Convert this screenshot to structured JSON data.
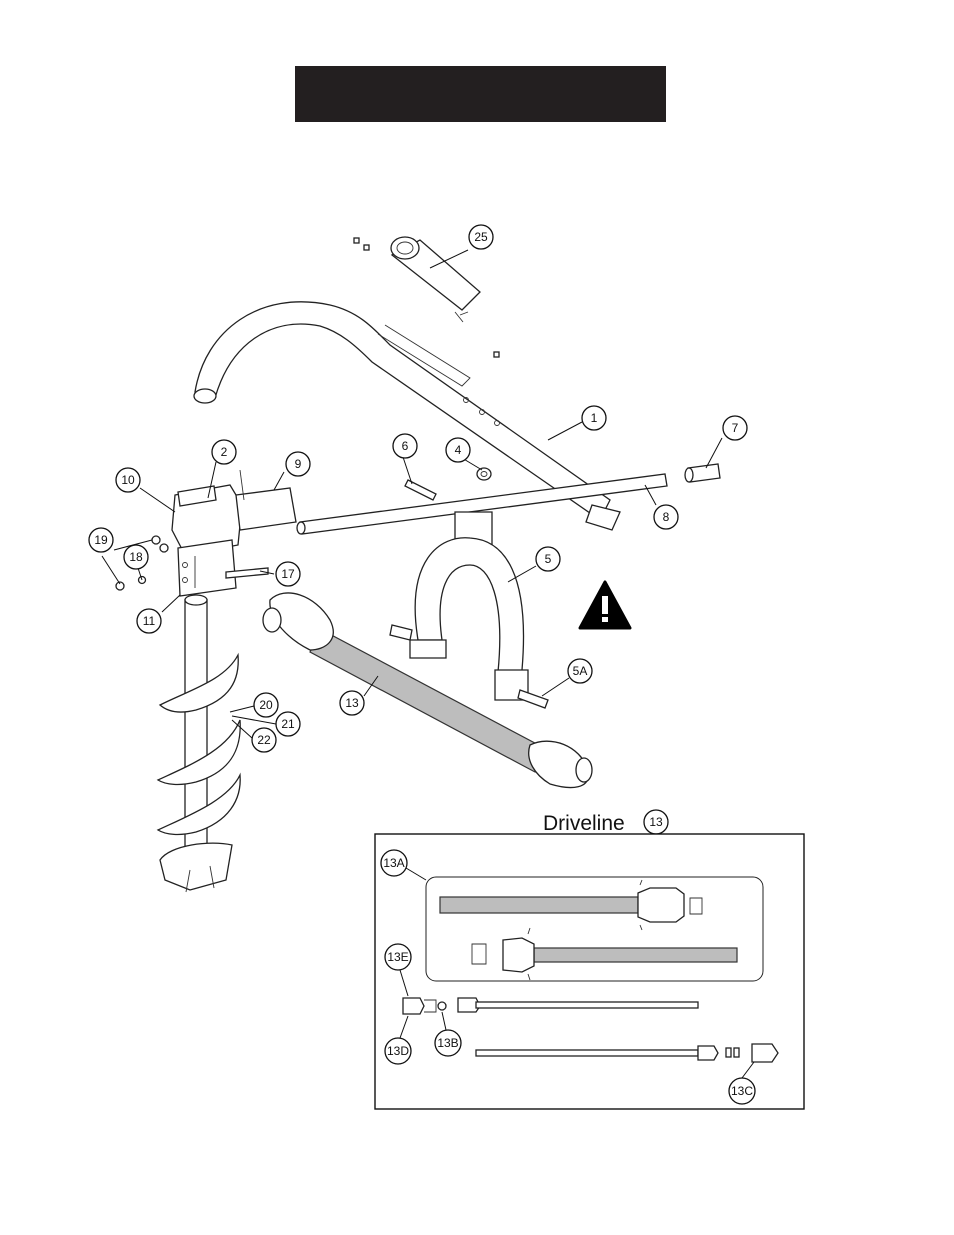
{
  "title_bar": {
    "text": ""
  },
  "callouts": {
    "c1": "1",
    "c2": "2",
    "c4": "4",
    "c5": "5",
    "c5a": "5A",
    "c6": "6",
    "c7": "7",
    "c8": "8",
    "c9": "9",
    "c10": "10",
    "c11": "11",
    "c13": "13",
    "c17": "17",
    "c18": "18",
    "c19": "19",
    "c20": "20",
    "c21": "21",
    "c22": "22",
    "c25": "25"
  },
  "driveline_box": {
    "title": "Driveline",
    "title_callout": "13",
    "callouts": {
      "a": "13A",
      "b": "13B",
      "c": "13C",
      "d": "13D",
      "e": "13E"
    }
  },
  "icons": {
    "warning": "warning-triangle-icon"
  },
  "colors": {
    "title_bar": "#231f20",
    "shaft": "#bdbdbd",
    "warning": "#000000"
  }
}
